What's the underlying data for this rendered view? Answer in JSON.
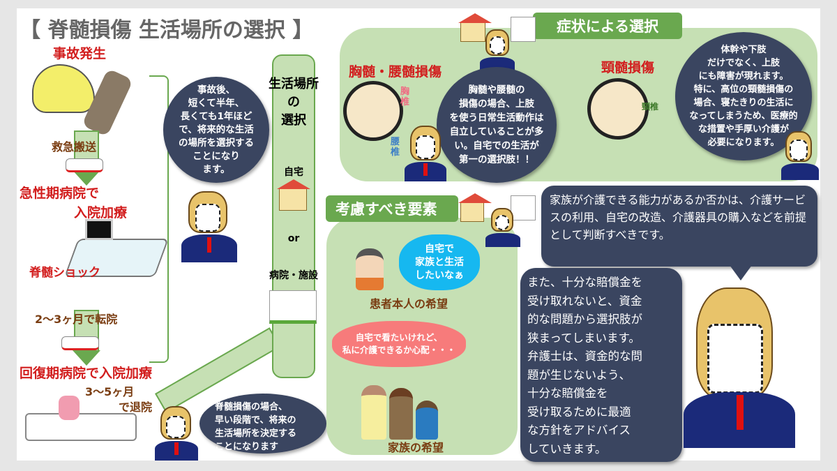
{
  "title": "【 脊髄損傷 生活場所の選択 】",
  "timeline": {
    "accident": "事故発生",
    "ambulance": "救急搬送",
    "acute_line1": "急性期病院で",
    "acute_line2": "入院加療",
    "shock": "脊髄ショック",
    "transfer": "2〜3ヶ月で転院",
    "recovery": "回復期病院で入院加療",
    "discharge_line1": "3〜5ヶ月",
    "discharge_line2": "で退院"
  },
  "bubble_timing": [
    "事故後、",
    "短くて半年、",
    "長くても1年ほど",
    "で、将来的な生活",
    "の場所を選択する",
    "ことになり",
    "ます。"
  ],
  "choice_column": {
    "title": [
      "生活場所",
      "の",
      "選択"
    ],
    "home": "自宅",
    "or": "or",
    "facility": "病院・施設"
  },
  "bubble_early": [
    "脊髄損傷の場合、",
    "早い段階で、将来の",
    "生活場所を決定する",
    "ことになります"
  ],
  "symptoms": {
    "label": "症状による選択",
    "thoracic": {
      "title": "胸髄・腰髄損傷",
      "spine_labels": [
        "胸椎",
        "腰椎"
      ],
      "bubble": [
        "胸髄や腰髄の",
        "損傷の場合、上肢",
        "を使う日常生活動作は",
        "自立していることが多",
        "い。自宅での生活が",
        "第一の選択肢！！"
      ]
    },
    "cervical": {
      "title": "頸髄損傷",
      "spine_label": "頸椎",
      "bubble": [
        "体幹や下肢",
        "だけでなく、上肢",
        "にも障害が現れます。",
        "特に、高位の頸髄損傷の",
        "場合、寝たきりの生活に",
        "なってしまうため、医療的",
        "な措置や手厚い介護が",
        "必要になります。"
      ]
    }
  },
  "factors": {
    "label": "考慮すべき要素",
    "patient_thought": [
      "自宅で",
      "家族と生活",
      "したいなぁ"
    ],
    "patient_caption": "患者本人の希望",
    "family_thought": [
      "自宅で看たいけれど、",
      "私に介護できるか心配・・・"
    ],
    "family_caption": "家族の希望"
  },
  "advice_top": "家族が介護できる能力があるか否かは、介護サービスの利用、自宅の改造、介護器具の購入などを前提として判断すべきです。",
  "advice_bottom": [
    "また、十分な賠償金を",
    "受け取れないと、資金",
    "的な問題から選択肢が",
    "狭まってしまいます。",
    "弁護士は、資金的な問",
    "題が生じないよう、",
    "十分な賠償金を",
    "受け取るために最適",
    "な方針をアドバイス",
    "していきます。"
  ],
  "colors": {
    "accent_green": "#6aa84f",
    "panel_green": "#c6e0b4",
    "bubble_navy": "#3a4560",
    "heading_red": "#d21e1e"
  }
}
